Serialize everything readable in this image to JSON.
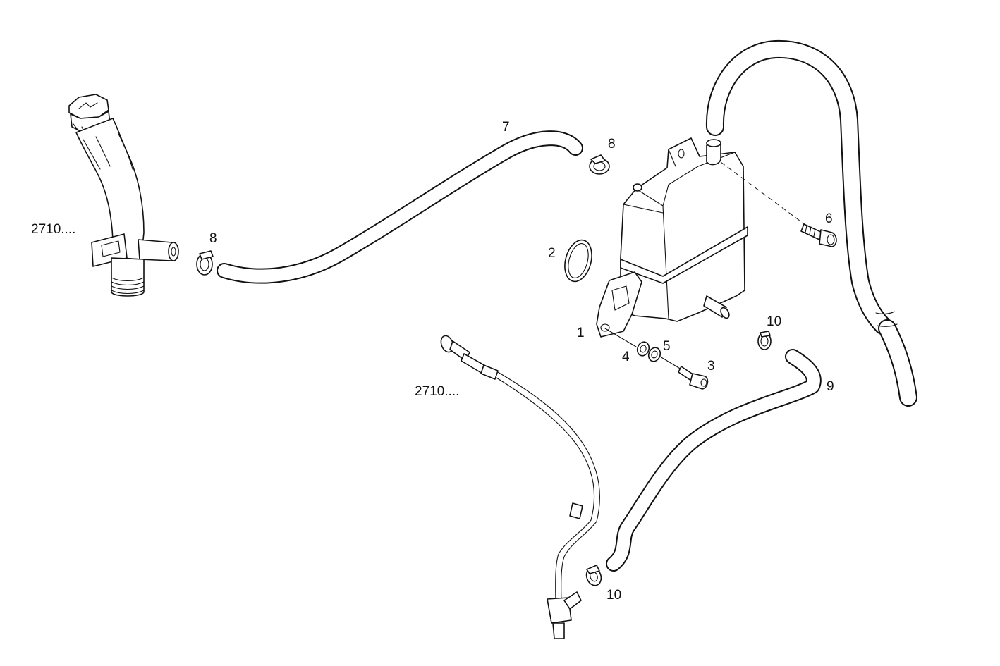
{
  "callouts": {
    "ref_filler": "2710....",
    "ref_sensor": "2710....",
    "n1": "1",
    "n2": "2",
    "n3": "3",
    "n4": "4",
    "n5": "5",
    "n6": "6",
    "n7": "7",
    "n8a": "8",
    "n8b": "8",
    "n9": "9",
    "n10a": "10",
    "n10b": "10"
  },
  "parts": [
    {
      "number": "1",
      "icon": "coolant-reservoir-icon"
    },
    {
      "number": "2",
      "icon": "o-ring-icon"
    },
    {
      "number": "3",
      "icon": "cap-screw-icon"
    },
    {
      "number": "4",
      "icon": "washer-icon"
    },
    {
      "number": "5",
      "icon": "washer-icon"
    },
    {
      "number": "6",
      "icon": "flange-bolt-icon"
    },
    {
      "number": "7",
      "icon": "hose-icon"
    },
    {
      "number": "8",
      "icon": "hose-clamp-icon"
    },
    {
      "number": "9",
      "icon": "hose-icon"
    },
    {
      "number": "10",
      "icon": "hose-clamp-icon"
    }
  ],
  "colors": {
    "line": "#111111",
    "background": "#ffffff"
  }
}
